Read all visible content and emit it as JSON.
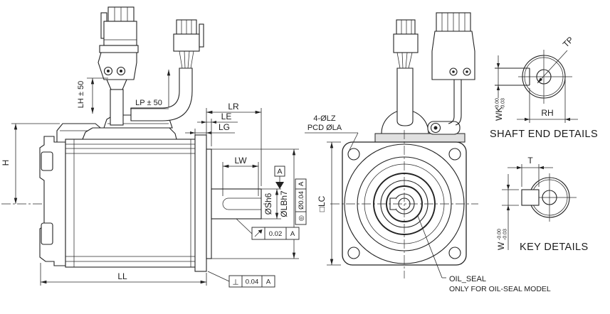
{
  "colors": {
    "line": "#222222",
    "background": "#ffffff",
    "cover_fill": "#e0e0e0"
  },
  "side_view": {
    "dim_lh": "LH ± 50",
    "dim_lp": "LP ± 50",
    "dim_h": "H",
    "dim_ll": "LL",
    "dim_lr": "LR",
    "dim_le": "LE",
    "dim_lg": "LG",
    "dim_lw": "LW",
    "dim_shaft_dia": "ØSh6",
    "dim_pilot_dia": "ØLBh7",
    "datum_label": "A",
    "runout_fcf": {
      "value": "0.02",
      "datum": "A"
    },
    "concentricity_fcf": {
      "symbol": "◎",
      "value": "Ø0.04",
      "datum": "A"
    },
    "perpendicularity_fcf": {
      "symbol": "⊥",
      "value": "0.04",
      "datum": "A"
    }
  },
  "front_view": {
    "bolt_note_line1": "4-ØLZ",
    "bolt_note_line2": "PCD ØLA",
    "dim_lc": "□LC",
    "oil_seal_note_line1": "OIL_SEAL",
    "oil_seal_note_line2": "ONLY FOR OIL-SEAL MODEL"
  },
  "shaft_end": {
    "title": "SHAFT END DETAILS",
    "dim_tp": "TP",
    "dim_rh": "RH",
    "dim_wk": "WK",
    "wk_tol_upper": "-0.00",
    "wk_tol_lower": "-0.03"
  },
  "key_details": {
    "title": "KEY DETAILS",
    "dim_t": "T",
    "dim_w": "W",
    "w_tol_upper": "-0.00",
    "w_tol_lower": "-0.03"
  }
}
